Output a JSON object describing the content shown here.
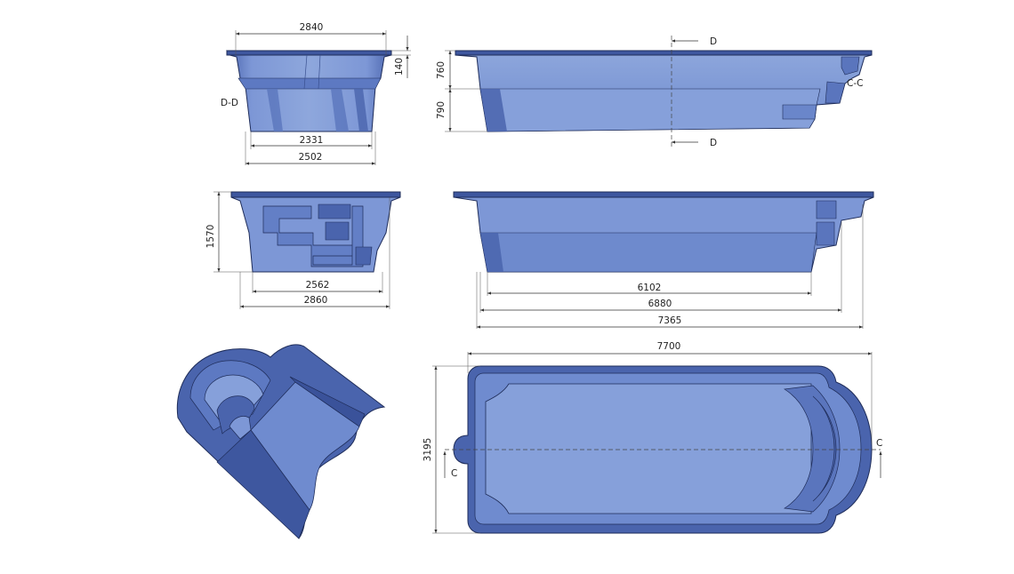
{
  "colors": {
    "shell_light": "#8ea7dc",
    "shell_mid": "#6f8bcf",
    "shell_dark": "#4a64ad",
    "shell_deep": "#2f4690",
    "edge": "#1f2d5a",
    "dimension_line": "#333333"
  },
  "views": {
    "end_section": {
      "overall_width": "2840",
      "rim_height": "140",
      "bottom_width": "2331",
      "base_width": "2502",
      "section_label": "D-D"
    },
    "long_section": {
      "shallow_depth": "760",
      "deep_depth": "790",
      "cut_mark_top": "D",
      "cut_mark_bottom": "D",
      "section_label": "C-C"
    },
    "end_elevation": {
      "total_depth": "1570",
      "bottom_width": "2562",
      "overall_width": "2860"
    },
    "side_elevation": {
      "floor_length": "6102",
      "body_length": "6880",
      "overall_length": "7365"
    },
    "plan": {
      "overall_length": "7700",
      "overall_width": "3195",
      "cut_mark_left": "C",
      "cut_mark_right": "C"
    }
  }
}
